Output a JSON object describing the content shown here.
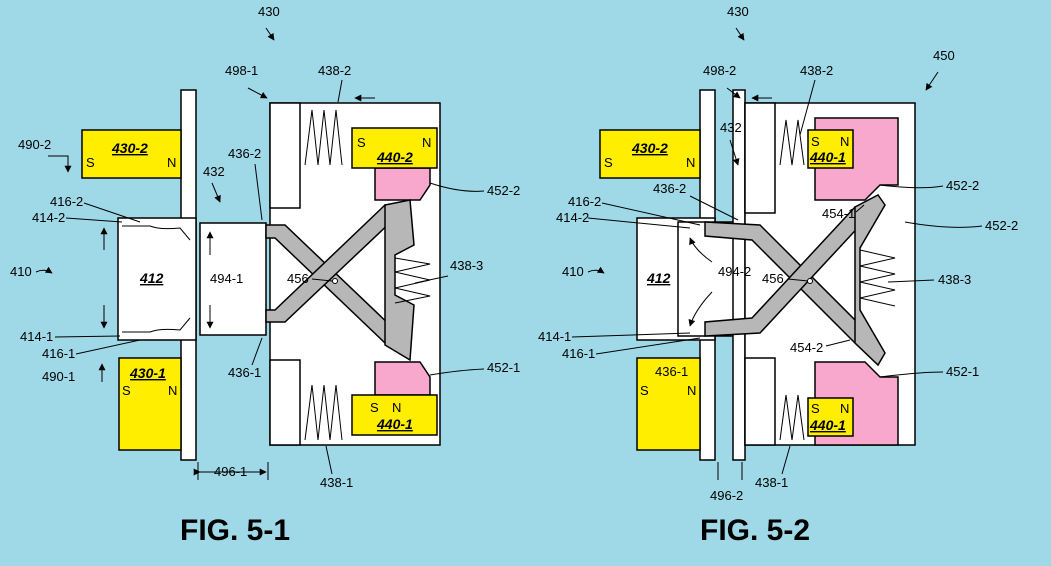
{
  "figures": [
    {
      "id": "fig-5-1",
      "caption": "FIG. 5-1",
      "labels": {
        "device": "430",
        "adapter": "410",
        "port": "412",
        "magnet_left_top": "430-2",
        "magnet_left_bottom": "430-1",
        "magnet_right_top": "440-2",
        "magnet_right_bottom": "440-1",
        "ref_498": "498-1",
        "spring_top": "438-2",
        "spring_bottom": "438-1",
        "spring_mid": "438-3",
        "ref_490_top": "490-2",
        "ref_490_bottom": "490-1",
        "ref_416_top": "416-2",
        "ref_416_bottom": "416-1",
        "ref_414_top": "414-2",
        "ref_414_bottom": "414-1",
        "ref_432": "432",
        "ref_436_top": "436-2",
        "ref_436_bottom": "436-1",
        "gap": "494-1",
        "pivot": "456",
        "ref_452_top": "452-2",
        "ref_452_bottom": "452-1",
        "width": "496-1"
      },
      "poles": {
        "s": "S",
        "n": "N"
      }
    },
    {
      "id": "fig-5-2",
      "caption": "FIG. 5-2",
      "labels": {
        "device": "430",
        "housing": "450",
        "adapter": "410",
        "port": "412",
        "magnet_left_top": "430-2",
        "magnet_left_bottom": "436-1",
        "magnet_right_top": "440-1",
        "magnet_right_bottom": "440-1",
        "ref_498": "498-2",
        "spring_top": "438-2",
        "spring_bottom": "438-1",
        "spring_mid": "438-3",
        "ref_432": "432",
        "ref_416_top": "416-2",
        "ref_416_bottom": "416-1",
        "ref_414_top": "414-2",
        "ref_414_bottom": "414-1",
        "ref_436_top": "436-2",
        "gap": "494-2",
        "pivot": "456",
        "ref_454_top": "454-1",
        "ref_454_bottom": "454-2",
        "ref_452_top": "452-2",
        "ref_452_right": "452-2",
        "ref_452_bottom": "452-1",
        "width": "496-2"
      },
      "poles": {
        "s": "S",
        "n": "N"
      }
    }
  ],
  "colors": {
    "background": "#9fd9e8",
    "magnet": "#ffee00",
    "pad": "#f7a8cc",
    "arm": "#b7b7b7",
    "body": "#ffffff"
  }
}
